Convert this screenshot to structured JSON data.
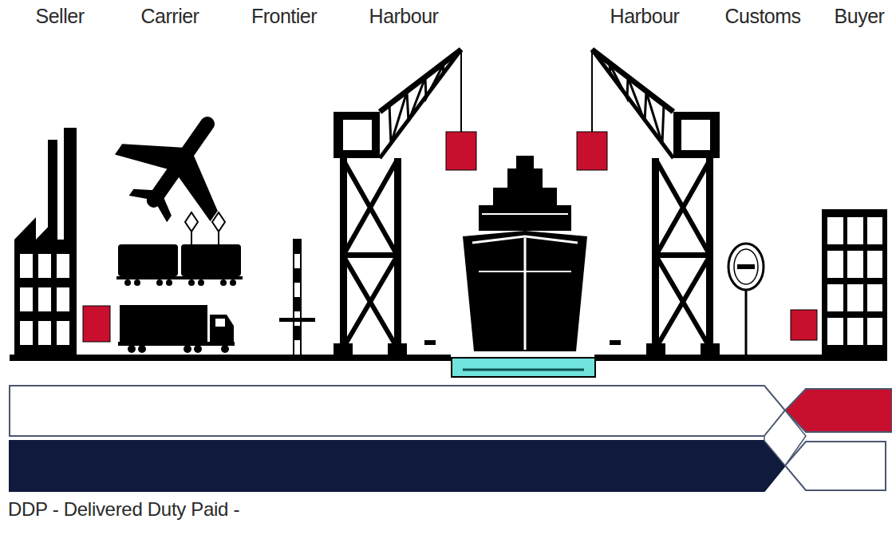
{
  "diagram": {
    "caption": "DDP - Delivered Duty Paid -",
    "labels": [
      "Seller",
      "Carrier",
      "Frontier",
      "Harbour",
      "Harbour",
      "Customs",
      "Buyer"
    ]
  }
}
